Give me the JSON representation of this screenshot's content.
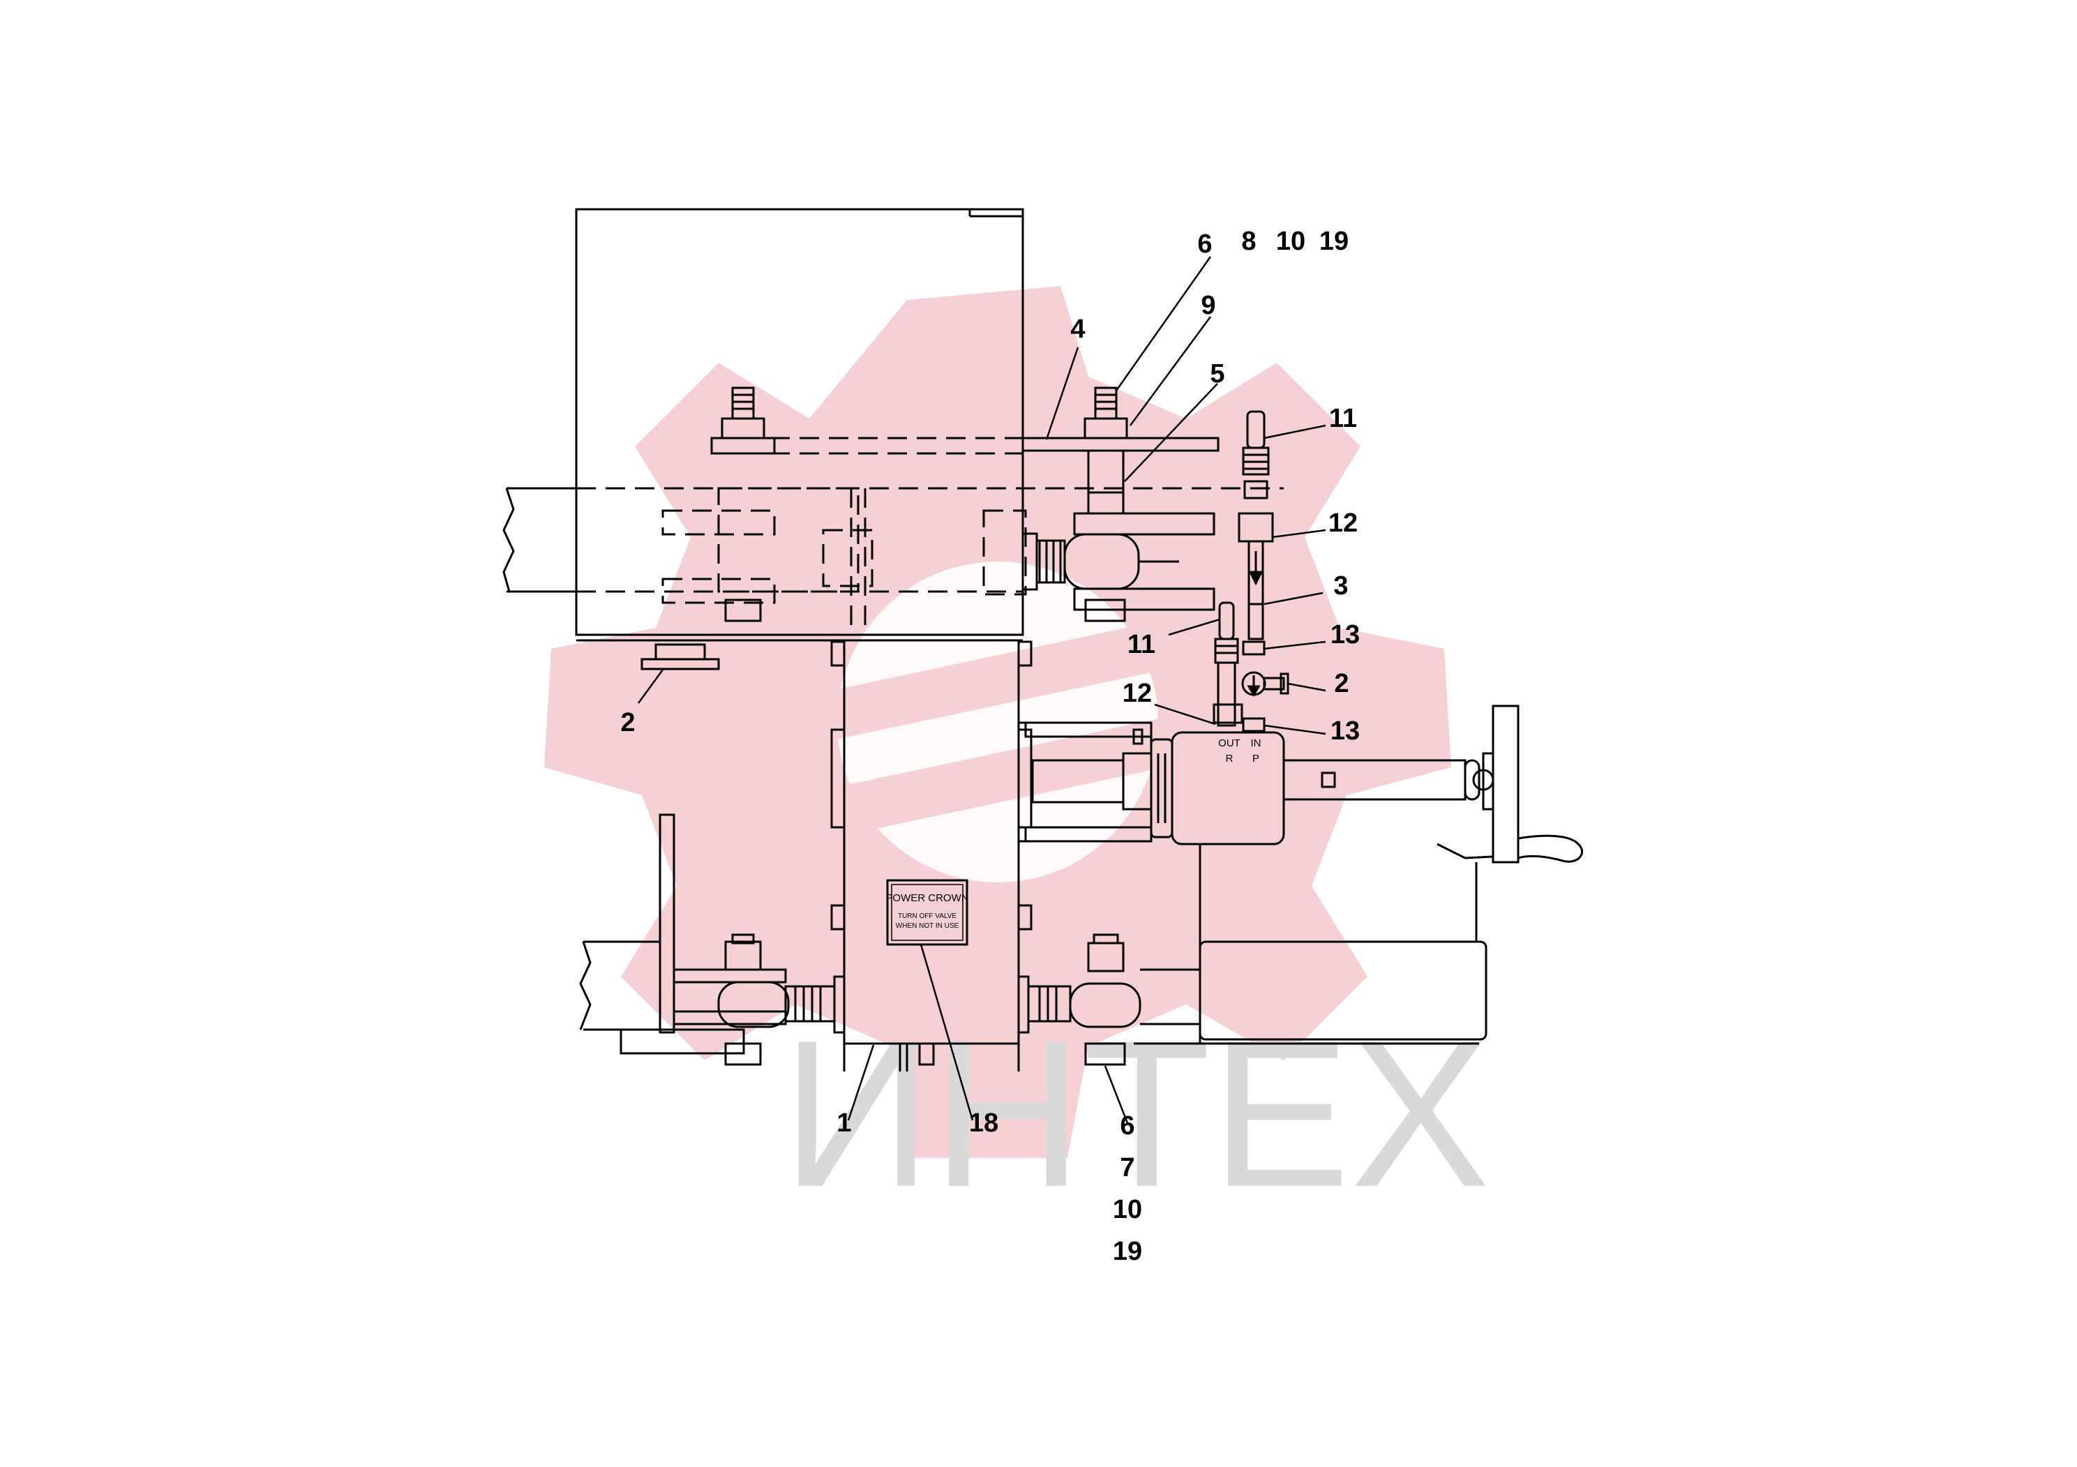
{
  "watermark": {
    "text": "ИНТЕХ",
    "color": "#d9d9d9",
    "logo_color": "#f5c9cc"
  },
  "label_plate": {
    "title": "POWER CROWN",
    "line1": "TURN OFF VALVE",
    "line2": "WHEN NOT IN USE"
  },
  "port_labels": {
    "out": "OUT",
    "in": "IN",
    "r": "R",
    "p": "P"
  },
  "callouts": {
    "c6_top": "6",
    "c8_top": "8",
    "c10_top": "10",
    "c19_top": "19",
    "c4": "4",
    "c9": "9",
    "c5": "5",
    "c11_upper": "11",
    "c12_upper": "12",
    "c3": "3",
    "c11_lower": "11",
    "c13_upper": "13",
    "c2_right": "2",
    "c12_lower": "12",
    "c13_lower": "13",
    "c2_left": "2",
    "c1": "1",
    "c18": "18",
    "c6_bottom": "6",
    "c7_bottom": "7",
    "c10_bottom": "10",
    "c19_bottom": "19"
  }
}
